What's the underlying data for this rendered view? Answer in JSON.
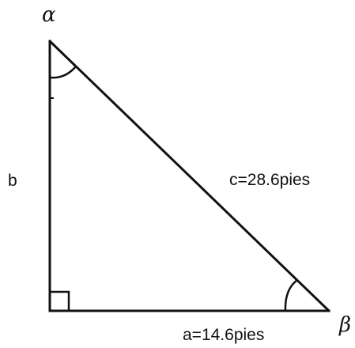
{
  "diagram": {
    "vertex_top_label": "α",
    "vertex_right_label": "β",
    "side_left_label": "b",
    "hypotenuse_label": "c=28.6pies",
    "side_bottom_label": "a=14.6pies",
    "stroke_color": "#111111",
    "background_color": "#ffffff"
  }
}
